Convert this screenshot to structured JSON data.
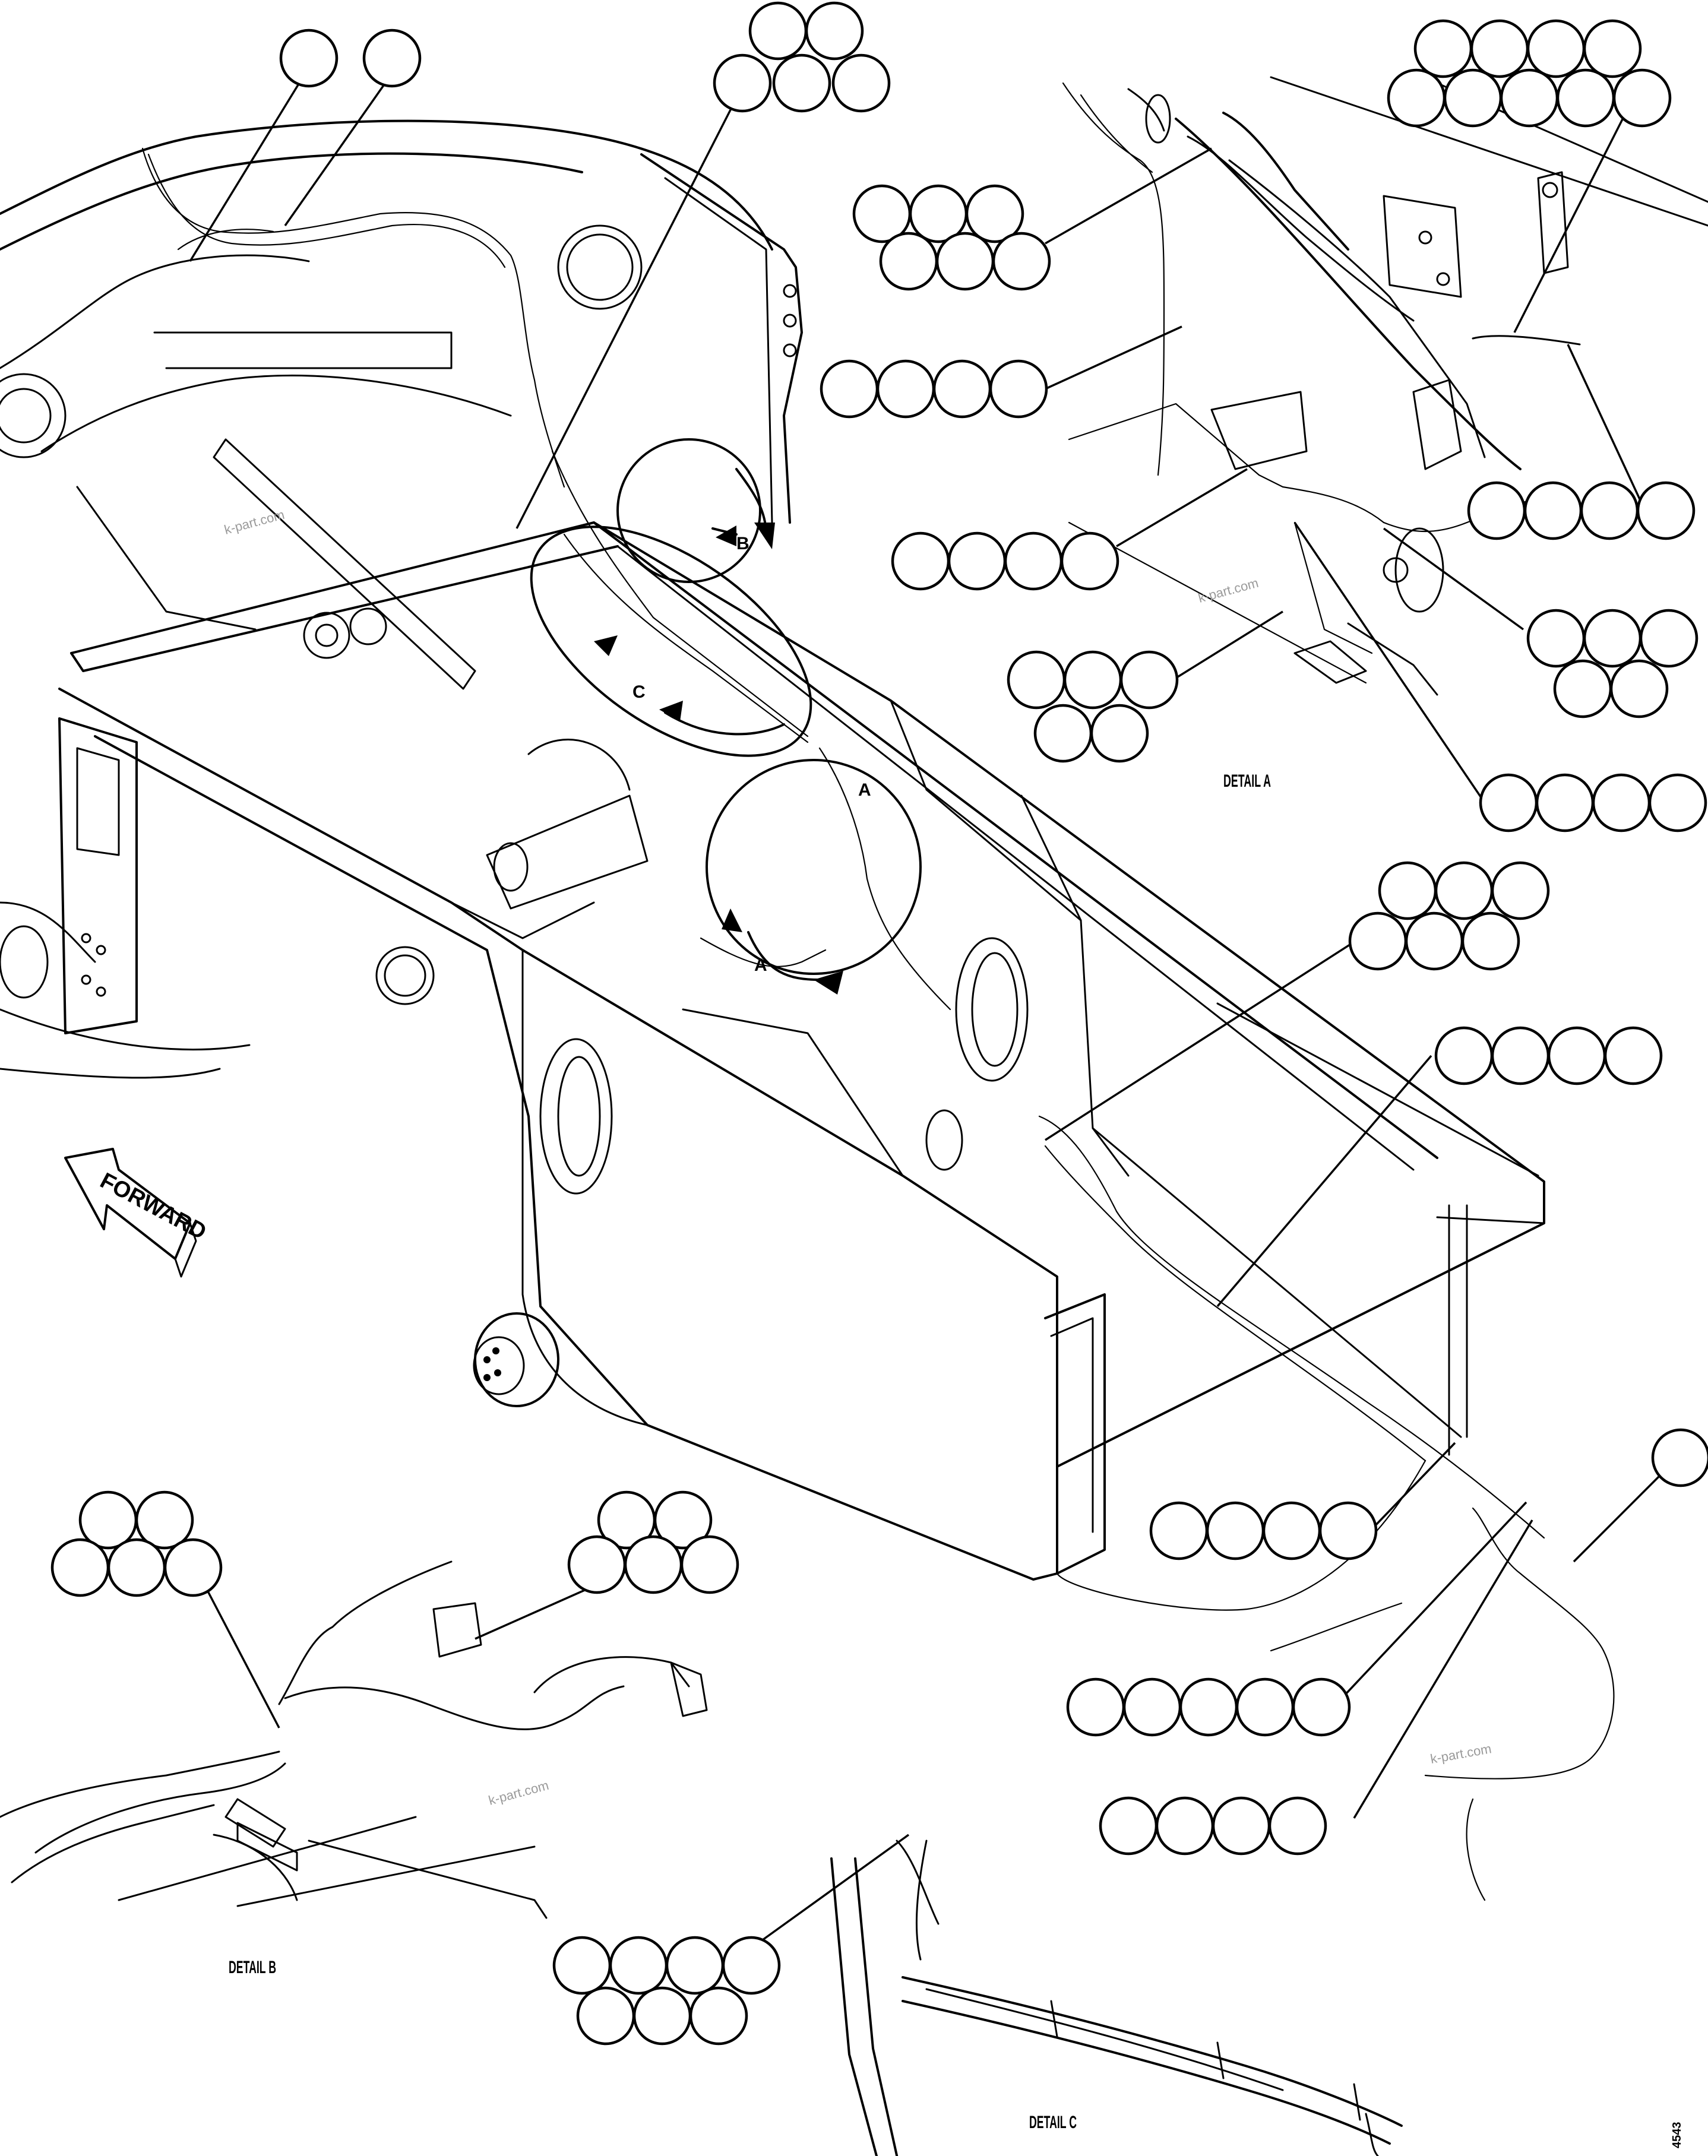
{
  "labels": {
    "forward": "FORWARD",
    "detail_a": "DETAIL A",
    "detail_b": "DETAIL B",
    "detail_c": "DETAIL C",
    "callout_a1": "A",
    "callout_a2": "A",
    "callout_b": "B",
    "callout_c": "C",
    "drawing_number": "4543"
  },
  "watermarks": [
    "k-part.com",
    "k-part.com",
    "k-part.com",
    "k-part.com"
  ],
  "callout_balloon_groups": 20,
  "icons": {
    "forward_arrow": "forward-arrow-icon",
    "balloon": "callout-balloon-icon"
  }
}
